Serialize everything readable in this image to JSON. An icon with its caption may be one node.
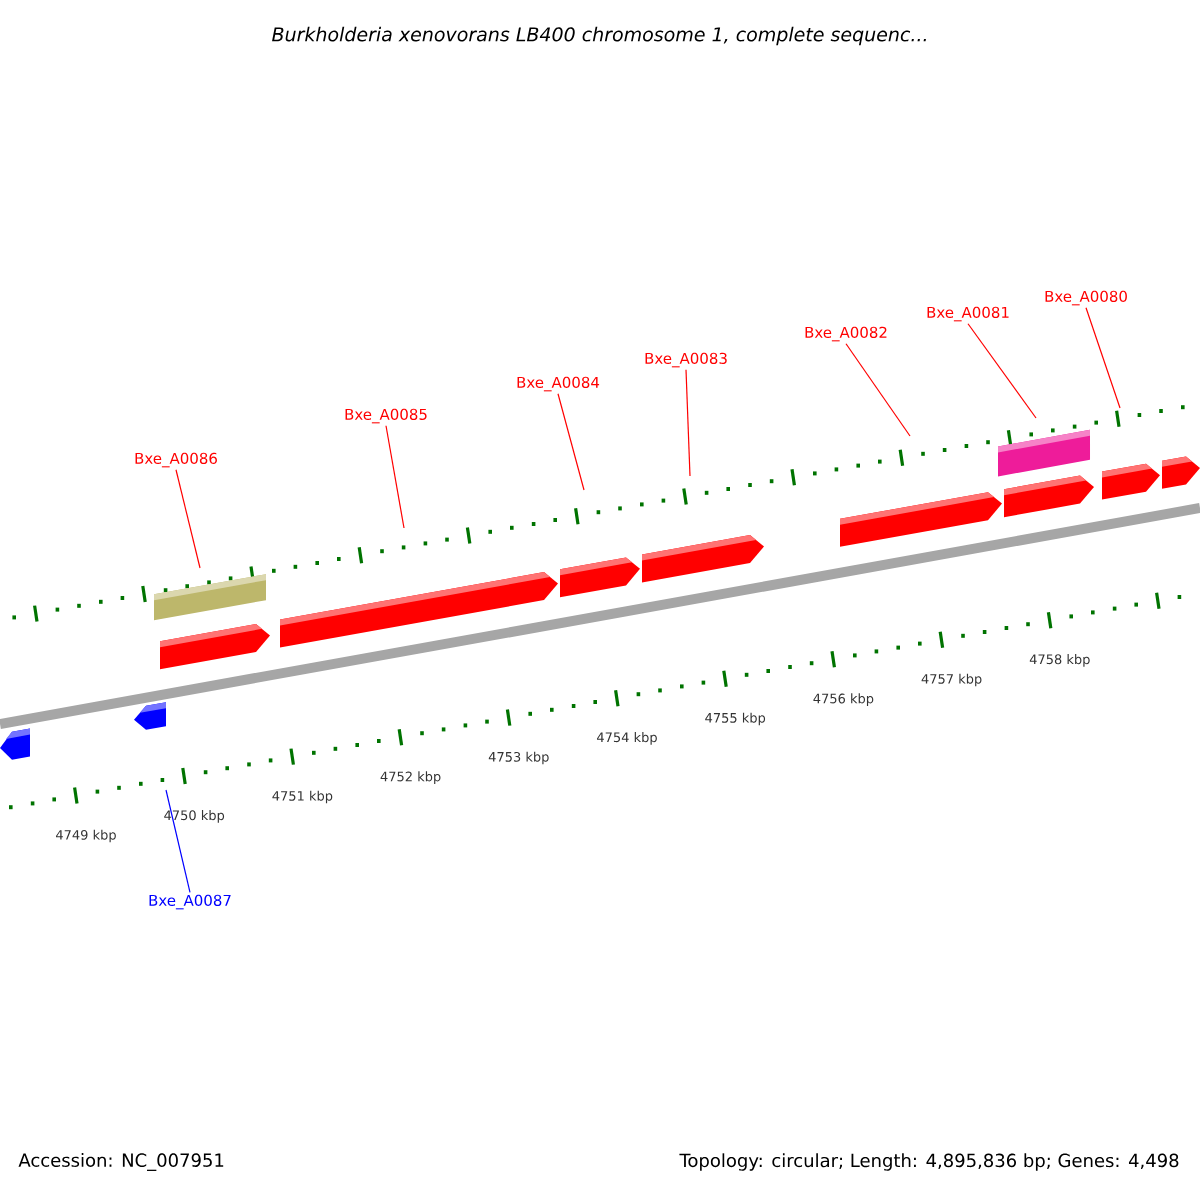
{
  "diagram": {
    "title": "Burkholderia xenovorans LB400 chromosome 1, complete sequenc...",
    "nodes": [
      {
        "text": [
          "Bxe_A0086"
        ]
      },
      {
        "text": [
          "Bxe_A0085"
        ]
      },
      {
        "text": [
          "Bxe_A0084"
        ]
      },
      {
        "text": [
          "Bxe_A0083"
        ]
      },
      {
        "text": [
          "Bxe_A0082"
        ]
      },
      {
        "text": [
          "Bxe_A0081"
        ]
      },
      {
        "text": [
          "Bxe_A0080"
        ]
      },
      {
        "text": [
          "Bxe_A0087"
        ]
      }
    ],
    "edges": [
      {
        "from": 0,
        "to": null,
        "arrow": "none"
      },
      {
        "from": 1,
        "to": null,
        "arrow": "none"
      },
      {
        "from": 2,
        "to": null,
        "arrow": "none"
      },
      {
        "from": 3,
        "to": null,
        "arrow": "none"
      },
      {
        "from": 4,
        "to": null,
        "arrow": "none"
      },
      {
        "from": 5,
        "to": null,
        "arrow": "none"
      },
      {
        "from": 6,
        "to": null,
        "arrow": "none"
      },
      {
        "from": 7,
        "to": null,
        "arrow": "none",
        "color": "#0000ff"
      }
    ],
    "labels": [
      "4749 kbp",
      "4750 kbp",
      "4751 kbp",
      "4752 kbp",
      "4753 kbp",
      "4754 kbp",
      "4755 kbp",
      "4756 kbp",
      "4757 kbp",
      "4758 kbp",
      "Accession: NC_007951",
      "Topology: circular; Length: 4,895,836 bp; Genes: 4,498"
    ]
  }
}
